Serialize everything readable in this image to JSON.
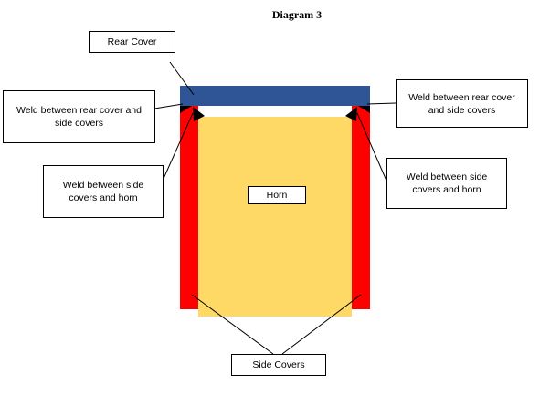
{
  "diagram": {
    "title": "Diagram 3",
    "labels": {
      "rear_cover": "Rear Cover",
      "weld_rear_left": "Weld between rear cover and side covers",
      "weld_rear_right": "Weld between rear cover and side covers",
      "weld_side_left": "Weld between side covers and horn",
      "weld_side_right": "Weld between side covers and horn",
      "horn": "Horn",
      "side_covers": "Side Covers"
    },
    "colors": {
      "rear_cover": "#2f5597",
      "side_covers": "#ff0000",
      "horn": "#ffd966",
      "outline": "#000000"
    }
  }
}
